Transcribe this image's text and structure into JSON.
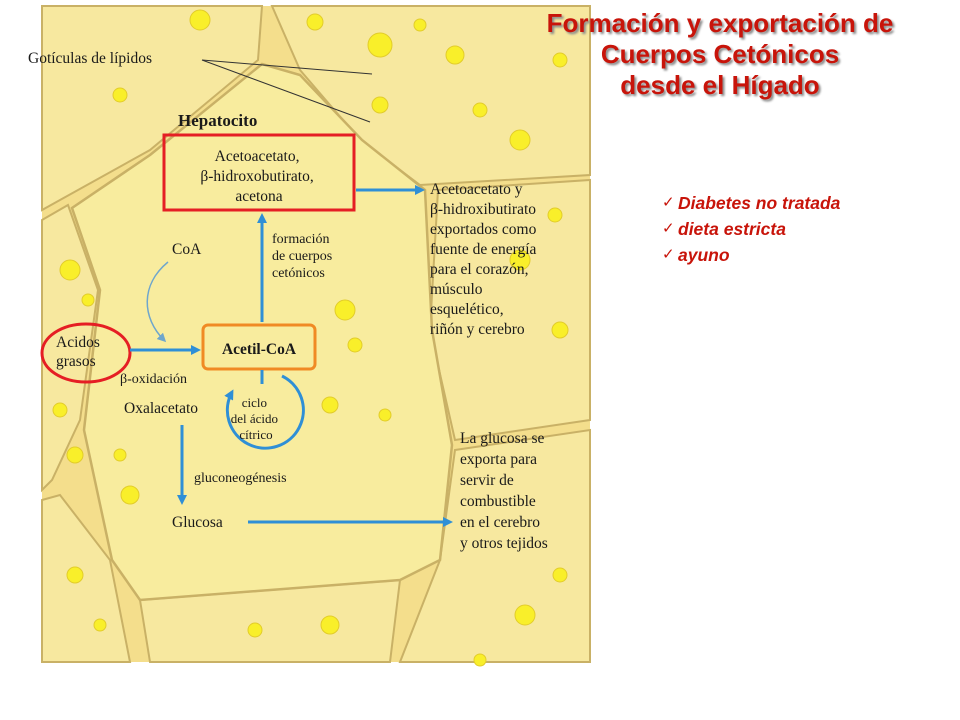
{
  "title": {
    "lines": [
      "Formación y exportación de",
      "Cuerpos Cetónicos",
      "desde el Hígado"
    ]
  },
  "bullets": [
    "Diabetes no tratada",
    "dieta estricta",
    "ayuno"
  ],
  "colors": {
    "title": "#c8140a",
    "arrow": "#2f8fd6",
    "cell": "#f7e89f",
    "membrane": "#c9b166",
    "droplet": "#f9ef2a",
    "highlight_red": "#e51e24",
    "highlight_orange": "#f08a24"
  },
  "icons": {
    "bullet": "check-icon"
  },
  "diagram": {
    "lipid_droplets_label": "Gotículas de lípidos",
    "hepatocyte_label": "Hepatocito",
    "ketone_bodies": [
      "Acetoacetato,",
      "β-hidroxobutirato,",
      "acetona"
    ],
    "ketone_formation": [
      "formación",
      "de cuerpos",
      "cetónicos"
    ],
    "coa": "CoA",
    "fatty_acids": [
      "Acidos",
      "grasos"
    ],
    "beta_oxidation": "β-oxidación",
    "acetyl_coa": "Acetil-CoA",
    "oxaloacetate": "Oxalacetato",
    "citric_cycle": [
      "ciclo",
      "del ácido",
      "cítrico"
    ],
    "gluconeogenesis": "gluconeogénesis",
    "glucose": "Glucosa",
    "ketone_export": [
      "Acetoacetato y",
      "β-hidroxibutirato",
      "exportados como",
      "fuente de energía",
      "para el corazón,",
      "músculo",
      "esquelético,",
      "riñón y cerebro"
    ],
    "glucose_export": [
      "La glucosa se",
      "exporta para",
      "servir de",
      "combustible",
      "en el cerebro",
      "y otros tejidos"
    ]
  }
}
